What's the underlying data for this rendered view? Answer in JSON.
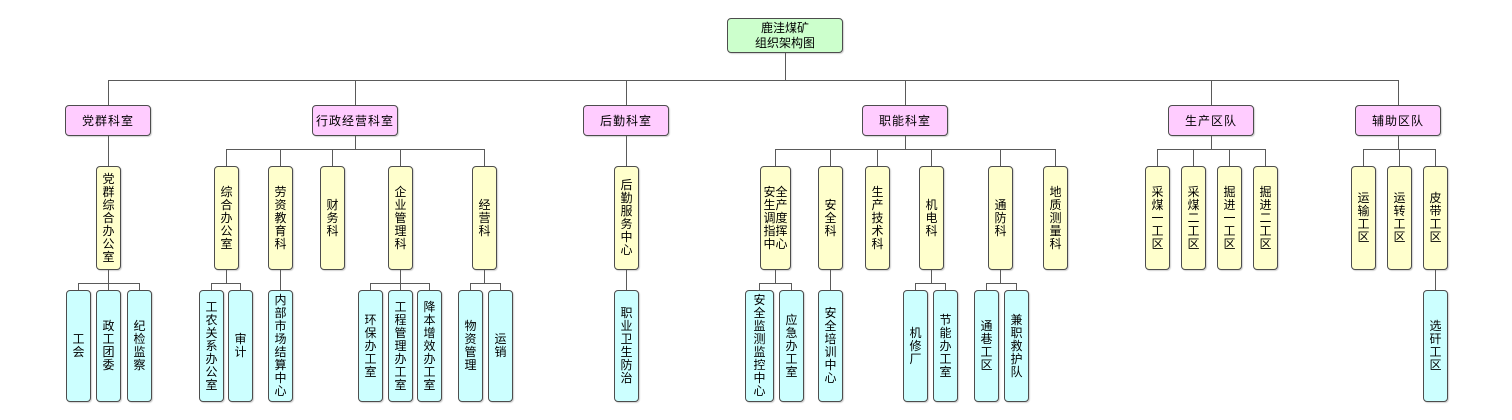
{
  "title": {
    "line1": "鹿洼煤矿",
    "line2": "组织架构图"
  },
  "colors": {
    "root_fill": "#ccffcc",
    "level1_fill": "#ffccff",
    "level2_fill": "#ffffcc",
    "level3_fill": "#ccffff",
    "border": "#4d4d4d",
    "connector": "#5a5a5a"
  },
  "tree": [
    {
      "label": "党群科室",
      "children": [
        {
          "label": "党群综合办公室",
          "children": [
            {
              "label": "工会"
            },
            {
              "label": "政工团委"
            },
            {
              "label": "纪检监察"
            }
          ]
        }
      ]
    },
    {
      "label": "行政经营科室",
      "children": [
        {
          "label": "综合办公室",
          "children": [
            {
              "label": "工农关系办公室"
            },
            {
              "label": "审计"
            }
          ]
        },
        {
          "label": "劳资教育科",
          "children": [
            {
              "label": "内部市场结算中心"
            }
          ]
        },
        {
          "label": "财务科",
          "children": []
        },
        {
          "label": "企业管理科",
          "children": [
            {
              "label": "环保办工室"
            },
            {
              "label": "工程管理办工室"
            },
            {
              "label": "降本增效办工室"
            }
          ]
        },
        {
          "label": "经营科",
          "children": [
            {
              "label": "物资管理"
            },
            {
              "label": "运销"
            }
          ]
        }
      ]
    },
    {
      "label": "后勤科室",
      "children": [
        {
          "label": "后勤服务中心",
          "children": [
            {
              "label": "职业卫生防治"
            }
          ]
        }
      ]
    },
    {
      "label": "职能科室",
      "children": [
        {
          "label": "安全生产调度指挥中心",
          "children": [
            {
              "label": "安全监测监控中心"
            },
            {
              "label": "应急办工室"
            }
          ]
        },
        {
          "label": "安全科",
          "children": [
            {
              "label": "安全培训中心"
            }
          ]
        },
        {
          "label": "生产技术科",
          "children": []
        },
        {
          "label": "机电科",
          "children": [
            {
              "label": "机修厂"
            },
            {
              "label": "节能办工室"
            }
          ]
        },
        {
          "label": "通防科",
          "children": [
            {
              "label": "通巷工区"
            },
            {
              "label": "兼职救护队"
            }
          ]
        },
        {
          "label": "地质测量科",
          "children": []
        }
      ]
    },
    {
      "label": "生产区队",
      "children": [
        {
          "label": "采煤一工区",
          "children": []
        },
        {
          "label": "采煤二工区",
          "children": []
        },
        {
          "label": "掘进一工区",
          "children": []
        },
        {
          "label": "掘进二工区",
          "children": []
        }
      ]
    },
    {
      "label": "辅助区队",
      "children": [
        {
          "label": "运输工区",
          "children": []
        },
        {
          "label": "运转工区",
          "children": []
        },
        {
          "label": "皮带工区",
          "children": [
            {
              "label": "选矸工区"
            }
          ]
        }
      ]
    }
  ]
}
